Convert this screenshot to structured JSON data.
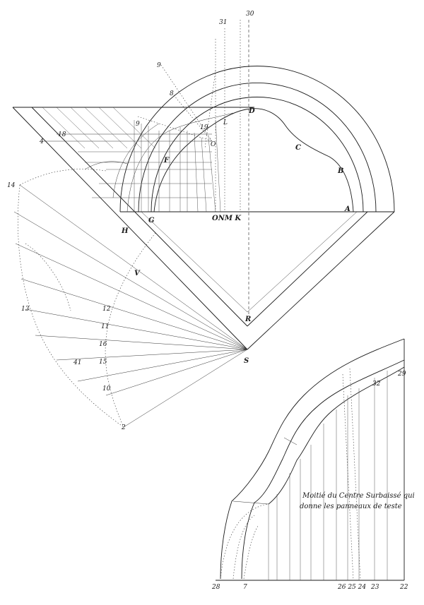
{
  "caption": {
    "line1": "Moitié du Centre Surbaissé qui",
    "line2": "donne les panneaux de teste"
  },
  "main_labels": {
    "D": "D",
    "C": "C",
    "B": "B",
    "A": "A",
    "F": "F",
    "G": "G",
    "H": "H",
    "R": "R",
    "S": "S",
    "V": "V",
    "K": "K",
    "O": "O",
    "L": "L",
    "ONMK": "ONM K"
  },
  "side_numbers": {
    "n14": "14",
    "n13": "13",
    "n12": "12",
    "n11": "11",
    "n10": "10",
    "n2": "2",
    "n30": "30",
    "n31": "31",
    "n4": "4",
    "n8": "8",
    "n9": "9",
    "n41": "41",
    "n16": "16",
    "n15": "15",
    "n19": "19",
    "n18": "18",
    "n9b": "9"
  },
  "bottom_numbers": {
    "b28": "28",
    "b7": "7",
    "b26": "26 25 24",
    "b23": "23",
    "b22": "22",
    "b29": "29",
    "b32": "32"
  }
}
